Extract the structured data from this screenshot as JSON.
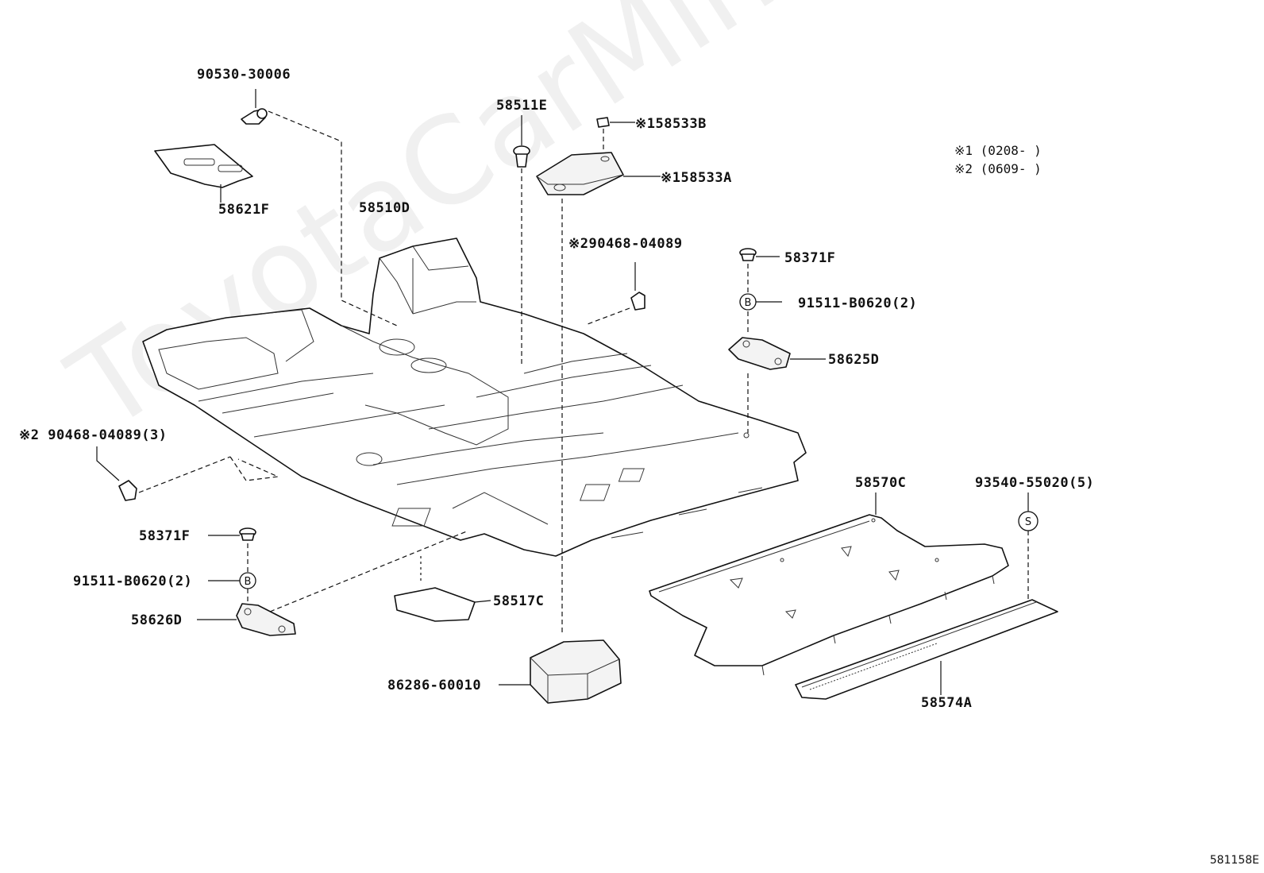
{
  "labels": {
    "p90530": "90530-30006",
    "p58621F": "58621F",
    "p58510D": "58510D",
    "p58511E": "58511E",
    "p158533B": "※158533B",
    "p158533A": "※158533A",
    "p90468_top": "※290468-04089",
    "p58371F_r": "58371F",
    "p91511_r": "91511-B0620(2)",
    "p58625D": "58625D",
    "p90468_left": "※2 90468-04089(3)",
    "p58371F_l": "58371F",
    "p91511_l": "91511-B0620(2)",
    "p58626D": "58626D",
    "p58517C": "58517C",
    "p86286": "86286-60010",
    "p58570C": "58570C",
    "p93540": "93540-55020(5)",
    "p58574A": "58574A"
  },
  "notes": {
    "n1": "※1 (0208-      )",
    "n2": "※2 (0609-      )"
  },
  "circle_symbols": {
    "b": "B",
    "s": "S"
  },
  "watermark": "ToyotaCarMine.ru",
  "figure_number": "581158E"
}
